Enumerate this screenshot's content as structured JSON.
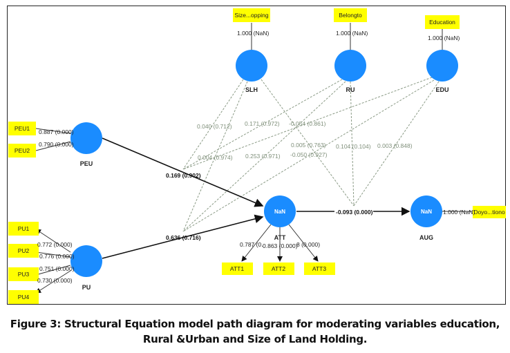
{
  "nodes": {
    "SLH": "SLH",
    "RU": "RU",
    "EDU": "EDU",
    "PEU": "PEU",
    "PU": "PU",
    "ATT": "ATT",
    "AUG": "AUG",
    "att_value": "NaN",
    "aug_value": "NaN"
  },
  "indicators": {
    "slh": "Size...opping",
    "ru": "Belongto",
    "edu": "Education",
    "peu1": "PEU1",
    "peu2": "PEU2",
    "pu1": "PU1",
    "pu2": "PU2",
    "pu3": "PU3",
    "pu4": "PU4",
    "att1": "ATT1",
    "att2": "ATT2",
    "att3": "ATT3",
    "aug": "Doyo...tiono"
  },
  "loadings": {
    "slh": "1.000 (NaN)",
    "ru": "1.000 (NaN)",
    "edu": "1.000 (NaN)",
    "peu1": "0.887 (0.000)",
    "peu2": "0.790 (0.000)",
    "pu1": "0.772 (0.000)",
    "pu2": "0.776 (0.000)",
    "pu3": "0.751 (0.000)",
    "pu4": "0.730 (0.000)",
    "att1": "0.787 (0.",
    "att2": "0.863 (0.000)",
    "att3": "8 (0.000)",
    "aug": "1.000 (NaN)"
  },
  "paths": {
    "peu_att": "0.169 (0.902)",
    "pu_att": "0.636 (0.716)",
    "att_aug": "-0.093 (0.000)"
  },
  "moderation": [
    "0.040 (0.712)",
    "0.171 (0.972)",
    "-0.054 (0.861)",
    "0.004 (0.974)",
    "0.253 (0.971)",
    "0.005 (0.763)",
    "-0.050 (0.927)",
    "0.104 (0.104)",
    "0.003 (0.848)"
  ],
  "caption": {
    "line1": "Figure 3: Structural Equation model path diagram for moderating variables education,",
    "line2": "Rural &Urban and Size of Land Holding."
  },
  "colors": {
    "node": "#1a8cff",
    "indicator": "#ffff00",
    "moderation": "#8a9a85"
  }
}
